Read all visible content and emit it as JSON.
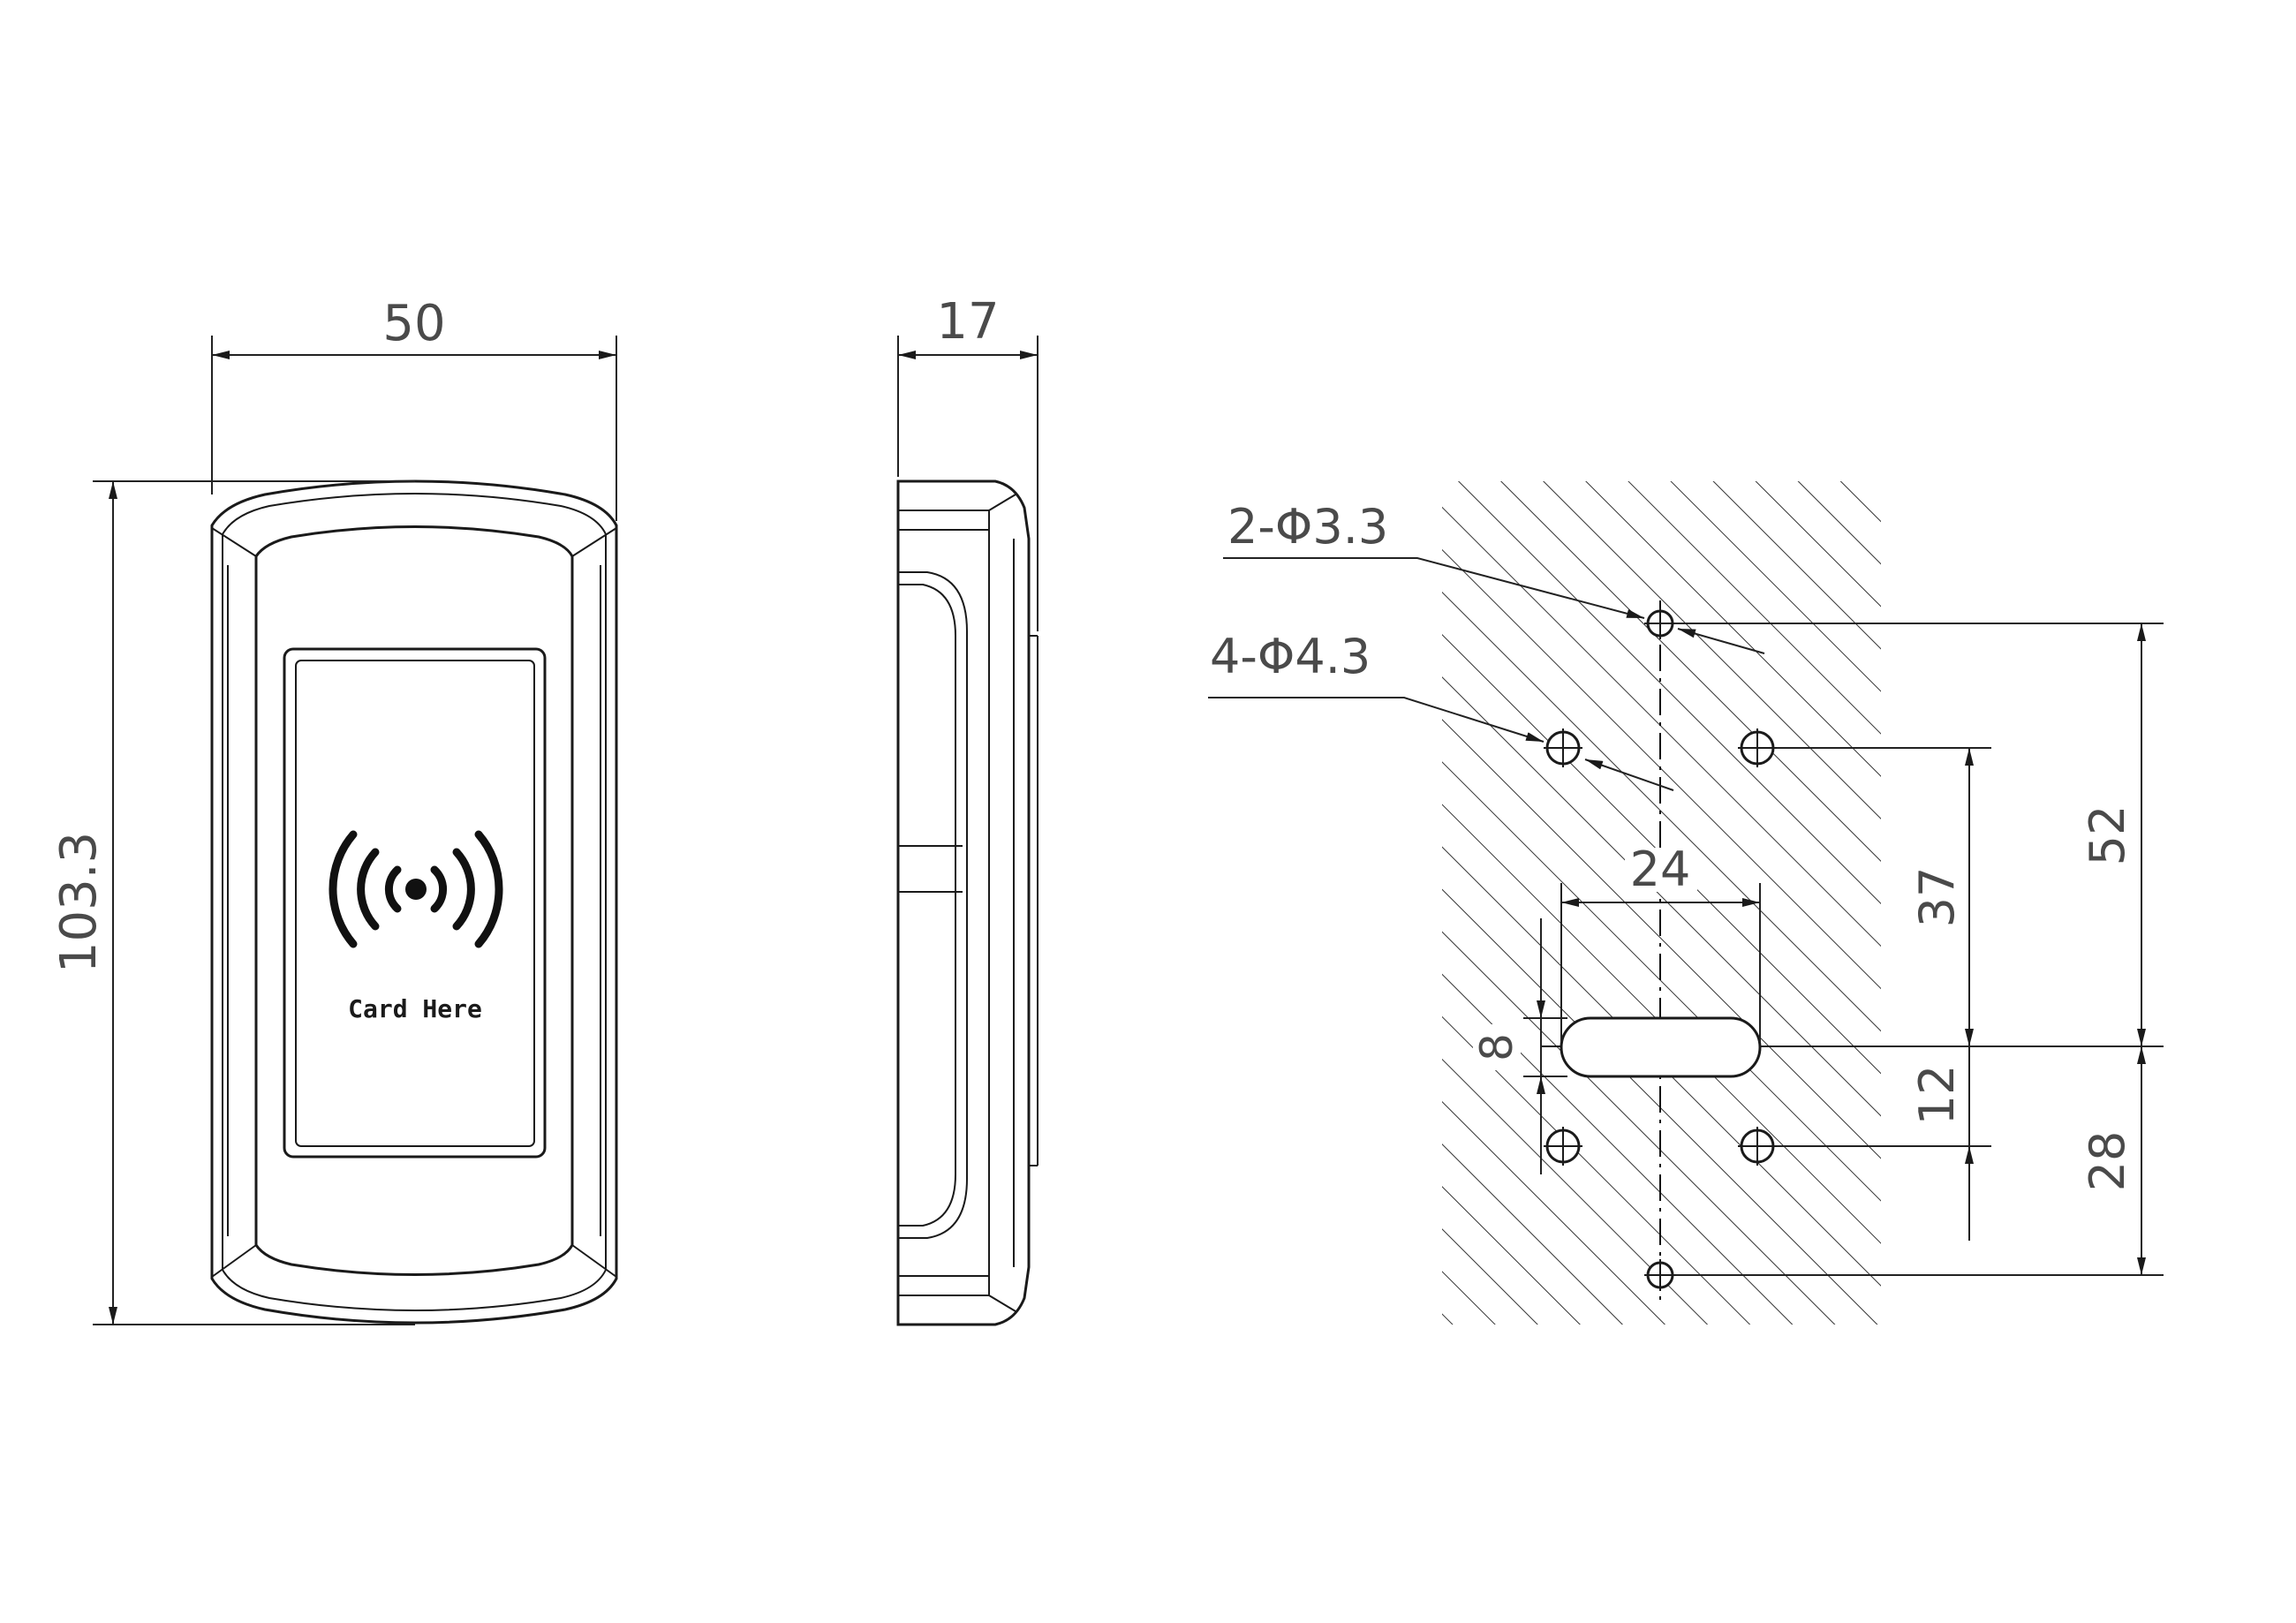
{
  "front_view": {
    "width_label": "50",
    "height_label": "103.3",
    "reader_text": "Card Here",
    "wave_icon": "rfid-contactless-icon"
  },
  "side_view": {
    "depth_label": "17"
  },
  "mounting_template": {
    "small_holes_label": "2-Φ3.3",
    "large_holes_label": "4-Φ4.3",
    "slot_width_label": "24",
    "slot_height_label": "8",
    "dim_52": "52",
    "dim_37": "37",
    "dim_12": "12",
    "dim_28": "28"
  },
  "colors": {
    "line": "#1a1a1a",
    "dimension_text": "#4a4a4a",
    "background": "#ffffff"
  }
}
